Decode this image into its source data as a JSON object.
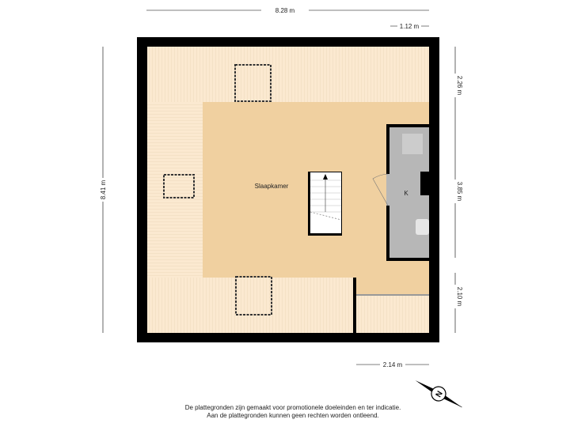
{
  "plan": {
    "rooms": [
      {
        "label": "Slaapkamer"
      },
      {
        "label": "K"
      }
    ],
    "dimensions": {
      "total_width": "8.28 m",
      "top_right": "1.12 m",
      "total_height": "8.41 m",
      "right_top": "2.26 m",
      "right_middle": "3.85 m",
      "right_bottom": "2.10 m",
      "bottom_right": "2.14 m"
    },
    "compass": "N",
    "colors": {
      "wall": "#000000",
      "room": "#f0d0a0",
      "slope": "#fbe9d0",
      "storage": "#b7b7b7"
    }
  },
  "disclaimer": {
    "line1": "De plattegronden zijn gemaakt voor promotionele doeleinden en ter indicatie.",
    "line2": "Aan de plattegronden kunnen geen rechten worden ontleend."
  }
}
